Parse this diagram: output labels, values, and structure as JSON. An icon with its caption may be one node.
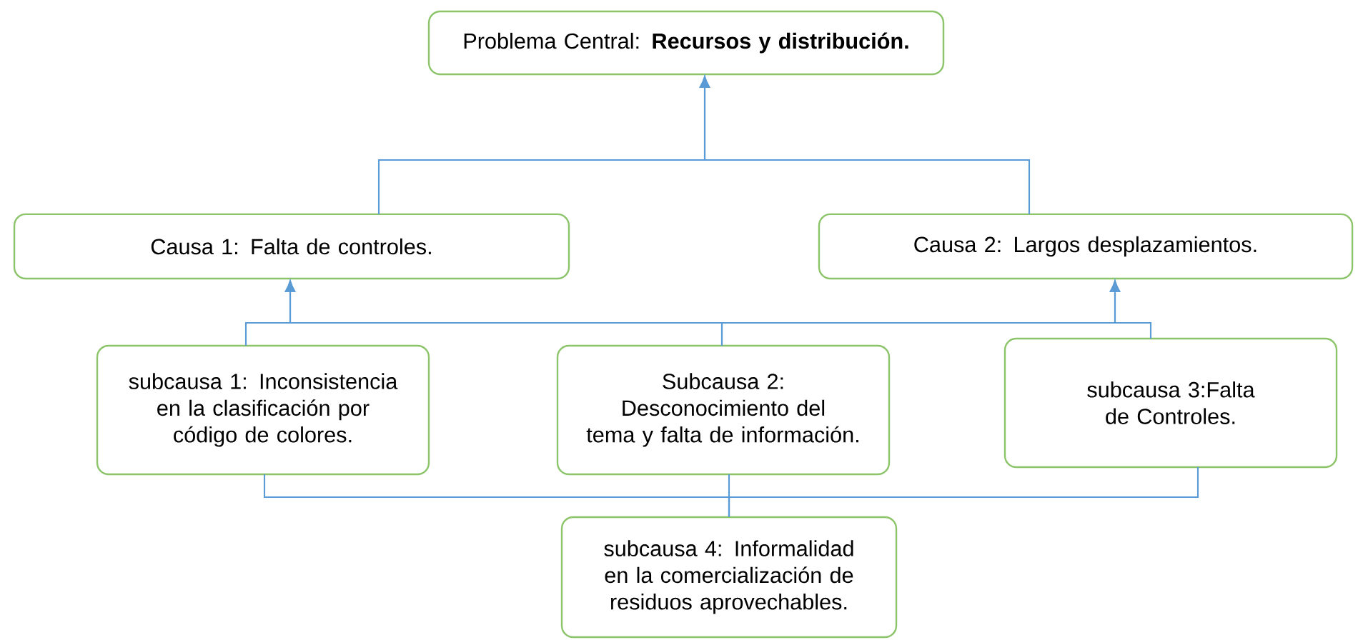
{
  "diagram": {
    "nodes": [
      {
        "text": [
          "Problema Central: **Recursos y distribución.**"
        ]
      },
      {
        "text": [
          "Causa 1: Falta de controles."
        ]
      },
      {
        "text": [
          "Causa 2: Largos desplazamientos."
        ]
      },
      {
        "text": [
          "subcausa 1: Inconsistencia en la clasificación por código de colores."
        ]
      },
      {
        "text": [
          "Subcausa 2: Desconocimiento del tema y falta de información."
        ]
      },
      {
        "text": [
          "subcausa 3:Falta de Controles."
        ]
      },
      {
        "text": [
          "subcausa 4: Informalidad en la comercialización de residuos aprovechables."
        ]
      }
    ],
    "edges": [
      {
        "from": 1,
        "to": 0,
        "arrow": "to"
      },
      {
        "from": 2,
        "to": 0,
        "arrow": "to"
      },
      {
        "from": 3,
        "to": 1,
        "arrow": "to"
      },
      {
        "from": 4,
        "to": 1,
        "arrow": "to"
      },
      {
        "from": 4,
        "to": 2,
        "arrow": "to"
      },
      {
        "from": 5,
        "to": 2,
        "arrow": "to"
      },
      {
        "from": 3,
        "to": 6,
        "arrow": "none"
      },
      {
        "from": 4,
        "to": 6,
        "arrow": "none"
      },
      {
        "from": 5,
        "to": 6,
        "arrow": "none"
      }
    ]
  }
}
